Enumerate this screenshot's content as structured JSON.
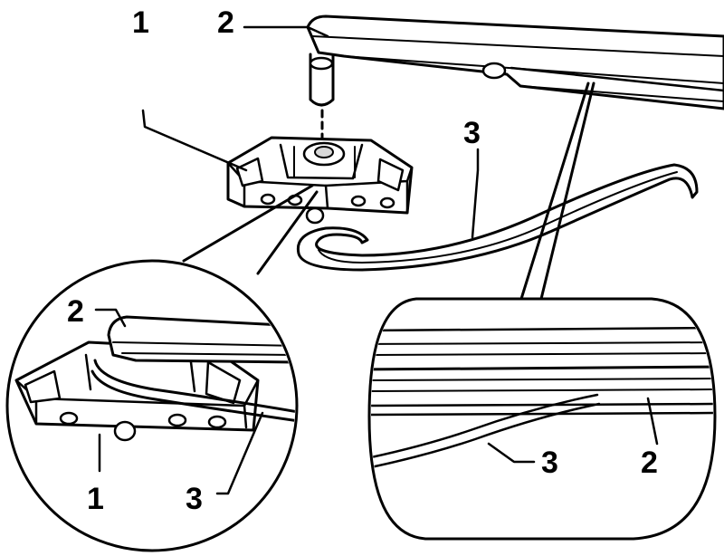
{
  "callouts": {
    "main_bracket": "1",
    "main_wiper_arm": "2",
    "main_rubber_strip": "3",
    "detail_left_wiper_arm": "2",
    "detail_left_bracket": "1",
    "detail_left_rubber_strip": "3",
    "detail_right_rubber_strip": "3",
    "detail_right_wiper_arm": "2"
  },
  "colors": {
    "ink": "#000000",
    "paper": "#ffffff",
    "shade": "#d9d9d9"
  }
}
